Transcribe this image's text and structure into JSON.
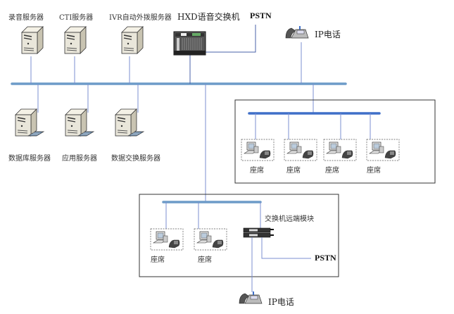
{
  "title": "呼叫中心网络拓扑图",
  "colors": {
    "bus": "#6d9bc8",
    "bus_dark": "#3f6fc8",
    "link": "#7b8fd0",
    "frame": "#333333"
  },
  "top_servers": [
    {
      "label": "录音服务器",
      "icon": "server-tower-icon"
    },
    {
      "label": "CTI服务器",
      "icon": "server-tower-icon"
    },
    {
      "label": "IVR自动外拨服务器",
      "icon": "server-tower-icon"
    }
  ],
  "switch": {
    "label": "HXD语音交换机",
    "icon": "voice-switch-rack-icon"
  },
  "pstn_top": {
    "label": "PSTN"
  },
  "ip_phone_top": {
    "label": "IP电话",
    "icon": "ip-phone-icon"
  },
  "bottom_servers": [
    {
      "label": "数据库服务器",
      "icon": "server-with-keyboard-icon"
    },
    {
      "label": "应用服务器",
      "icon": "server-with-keyboard-icon"
    },
    {
      "label": "数据交换服务器",
      "icon": "server-with-keyboard-icon"
    }
  ],
  "local_seats": [
    {
      "label": "座席"
    },
    {
      "label": "座席"
    },
    {
      "label": "座席"
    },
    {
      "label": "座席"
    }
  ],
  "remote_site": {
    "seats": [
      {
        "label": "座席"
      },
      {
        "label": "座席"
      }
    ],
    "module_label": "交换机远端模块",
    "pstn_label": "PSTN",
    "ip_phone_label": "IP电话"
  }
}
